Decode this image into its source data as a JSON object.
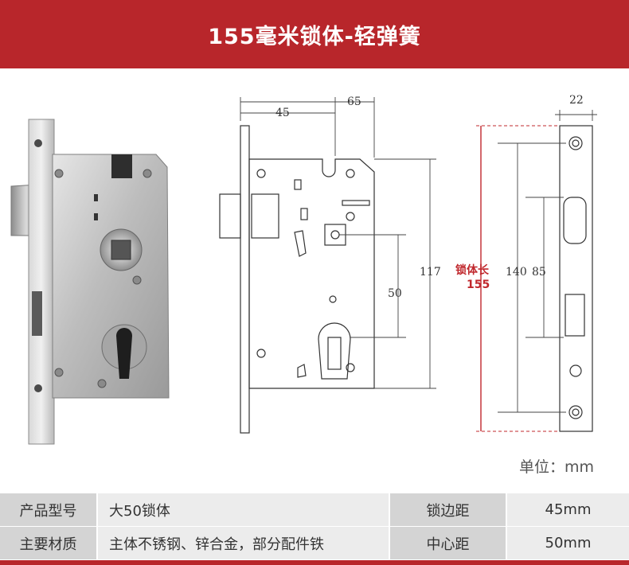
{
  "banner": {
    "title": "155毫米锁体-轻弹簧"
  },
  "diagram": {
    "dim_45": "45",
    "dim_65": "65",
    "dim_117": "117",
    "dim_50": "50",
    "dim_22": "22",
    "dim_140": "140",
    "dim_85": "85",
    "lock_length_label": "锁体长",
    "lock_length_value": "155"
  },
  "unit_label": "单位：mm",
  "specs": {
    "row1": {
      "label": "产品型号",
      "value": "大50锁体",
      "label2": "锁边距",
      "value2": "45mm"
    },
    "row2": {
      "label": "主要材质",
      "value": "主体不锈钢、锌合金，部分配件铁",
      "label2": "中心距",
      "value2": "50mm"
    }
  },
  "colors": {
    "brand_red": "#b8262b",
    "dimension_red": "#c0282d"
  }
}
